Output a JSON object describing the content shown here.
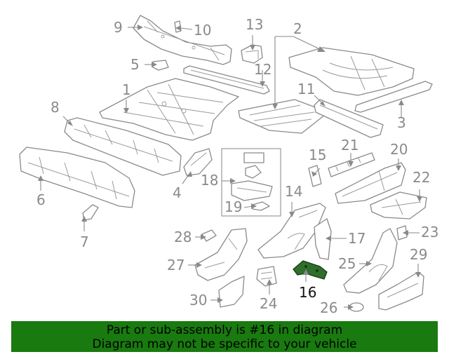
{
  "callouts": {
    "c1": "1",
    "c2": "2",
    "c3": "3",
    "c4": "4",
    "c5": "5",
    "c6": "6",
    "c7": "7",
    "c8": "8",
    "c9": "9",
    "c10": "10",
    "c11": "11",
    "c12": "12",
    "c13": "13",
    "c14": "14",
    "c15": "15",
    "c16": "16",
    "c17": "17",
    "c18": "18",
    "c19": "19",
    "c20": "20",
    "c21": "21",
    "c22": "22",
    "c23": "23",
    "c24": "24",
    "c25": "25",
    "c26": "26",
    "c27": "27",
    "c28": "28",
    "c29": "29",
    "c30": "30"
  },
  "highlighted_part": "16",
  "banner": {
    "line1": "Part or sub-assembly is #16 in diagram",
    "line2": "Diagram may not be specific to your vehicle"
  },
  "colors": {
    "banner_bg": "#197a0f",
    "highlight_part": "#2f6e2c",
    "line_art": "#8a8a8a"
  }
}
